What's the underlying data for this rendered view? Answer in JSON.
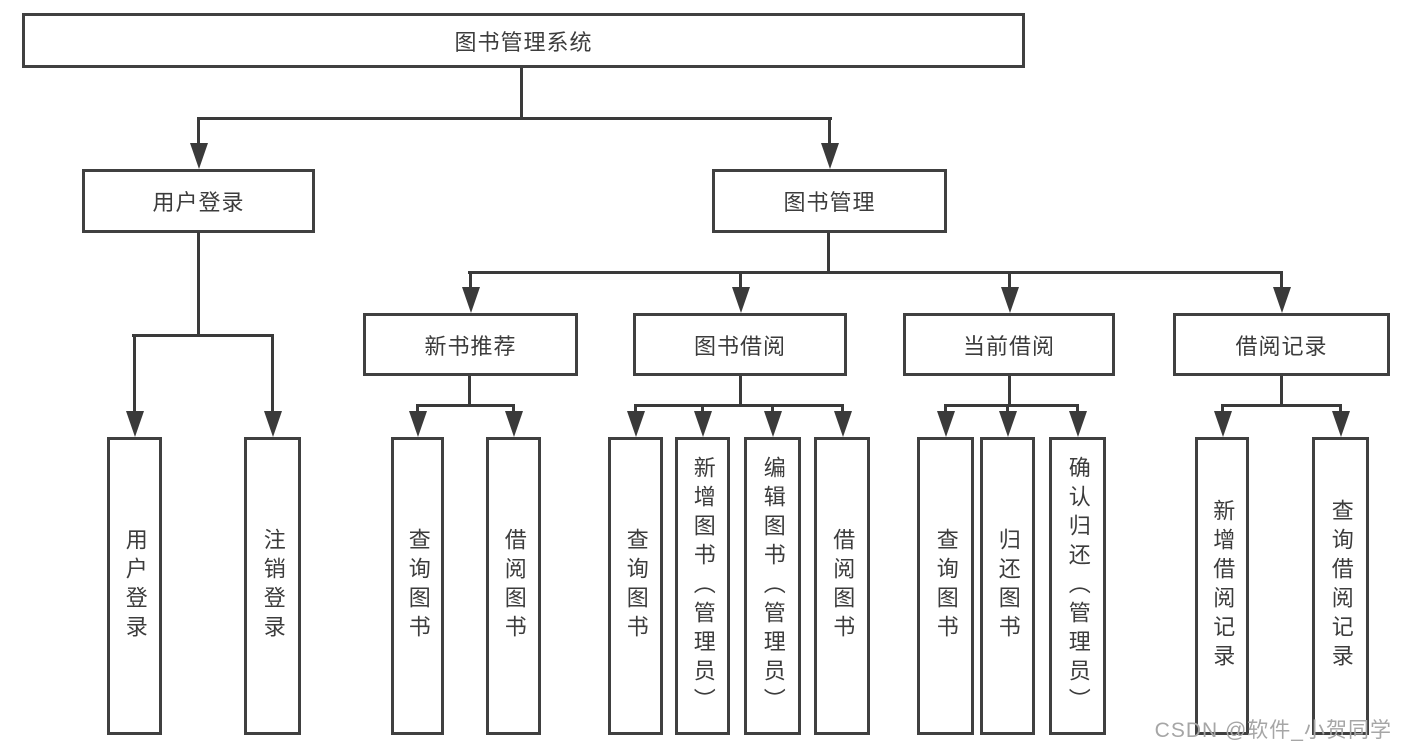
{
  "tree": {
    "root": "图书管理系统",
    "user": {
      "label": "用户登录",
      "children": [
        "用户登录",
        "注销登录"
      ]
    },
    "mgmt": {
      "label": "图书管理",
      "groups": [
        {
          "label": "新书推荐",
          "children": [
            "查询图书",
            "借阅图书"
          ]
        },
        {
          "label": "图书借阅",
          "children": [
            "查询图书",
            "新增图书（管理员）",
            "编辑图书（管理员）",
            "借阅图书"
          ]
        },
        {
          "label": "当前借阅",
          "children": [
            "查询图书",
            "归还图书",
            "确认归还（管理员）"
          ]
        },
        {
          "label": "借阅记录",
          "children": [
            "新增借阅记录",
            "查询借阅记录"
          ]
        }
      ]
    }
  },
  "watermark": "CSDN @软件_小贺同学",
  "colors": {
    "line": "#3a3a3a",
    "text": "#3c3c3c",
    "watermark": "#a6a6a6",
    "background": "#ffffff"
  }
}
